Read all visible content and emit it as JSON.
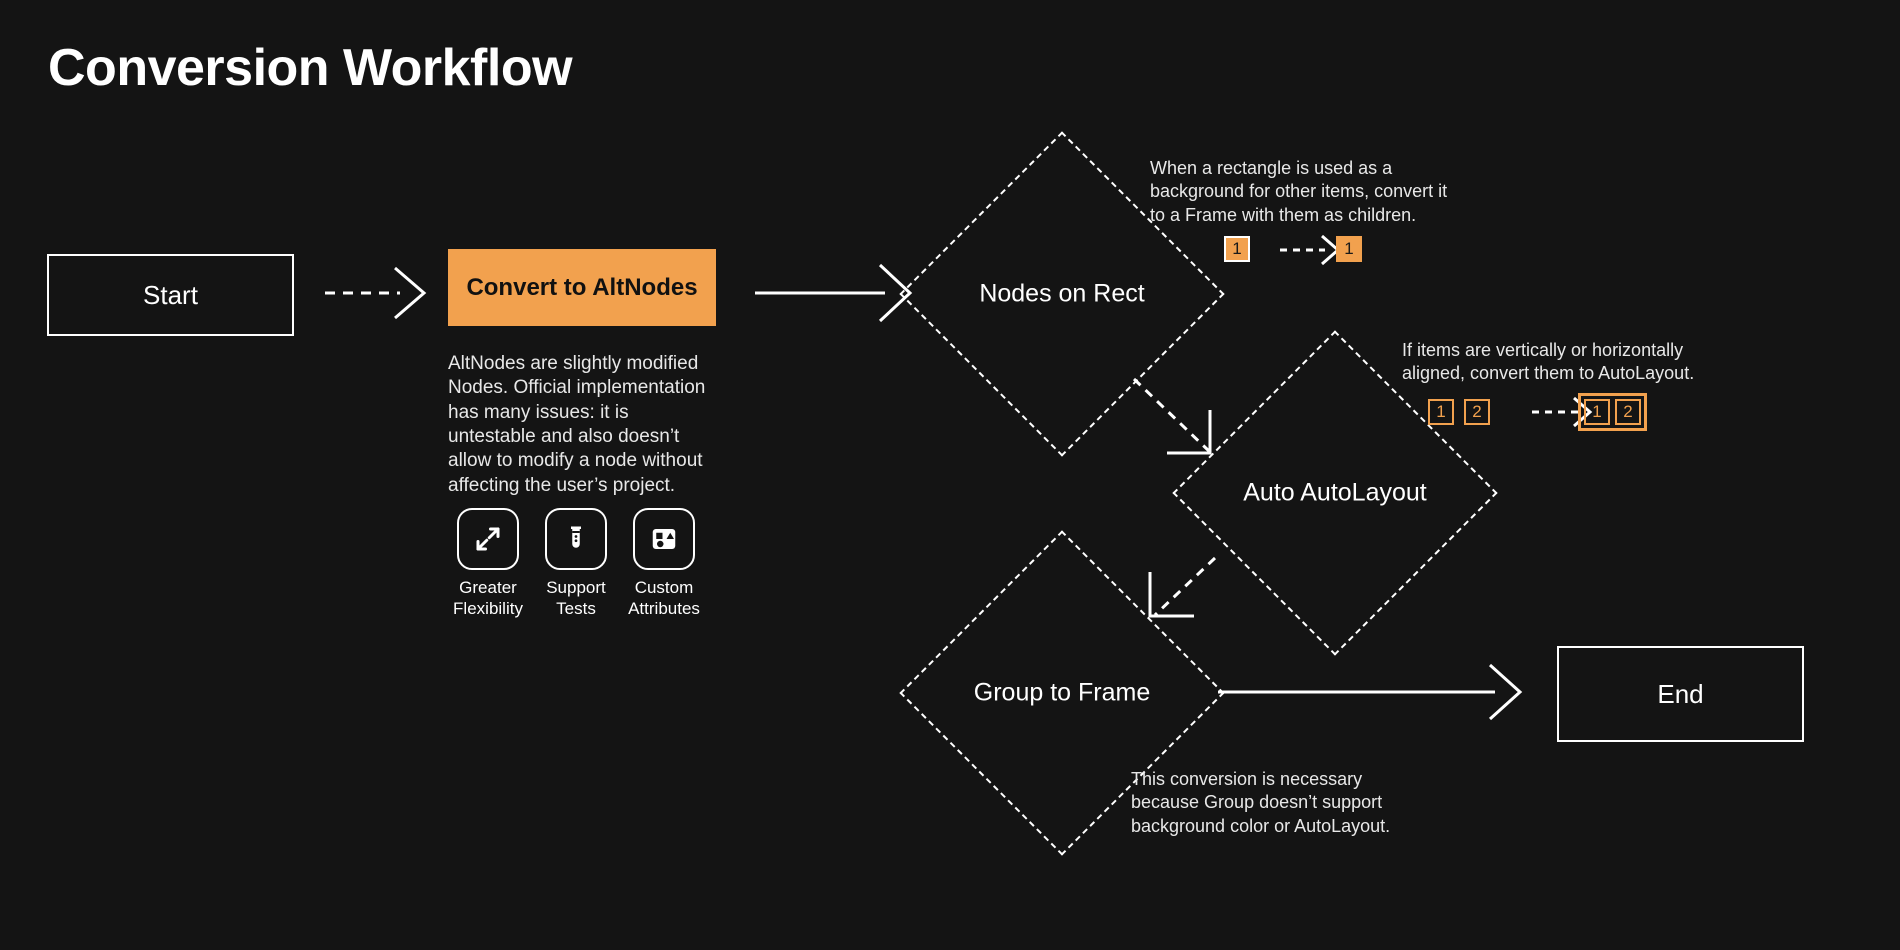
{
  "page": {
    "title": "Conversion Workflow",
    "background_color": "#141414",
    "accent_color": "#F2A14E",
    "text_color": "#ffffff"
  },
  "nodes": {
    "start": {
      "label": "Start",
      "shape": "rectangle"
    },
    "convert": {
      "label": "Convert to AltNodes",
      "shape": "rectangle",
      "fill": "#F2A14E",
      "note": "AltNodes are slightly modified Nodes. Official implementation has many issues: it is untestable and also doesn’t allow to modify a node without affecting the user’s project."
    },
    "nodes_on_rect": {
      "label": "Nodes on Rect",
      "shape": "diamond"
    },
    "auto_autolayout": {
      "label": "Auto AutoLayout",
      "shape": "diamond"
    },
    "group_to_frame": {
      "label": "Group to Frame",
      "shape": "diamond"
    },
    "end": {
      "label": "End",
      "shape": "rectangle"
    }
  },
  "features": [
    {
      "icon": "expand-arrows-icon",
      "label_line1": "Greater",
      "label_line2": "Flexibility"
    },
    {
      "icon": "test-tube-icon",
      "label_line1": "Support",
      "label_line2": "Tests"
    },
    {
      "icon": "shapes-panel-icon",
      "label_line1": "Custom",
      "label_line2": "Attributes"
    }
  ],
  "annotations": {
    "rect_to_frame": {
      "text": "When a rectangle is used as a background for other items, convert it to a Frame with them as children.",
      "before": [
        {
          "value": "1",
          "style": "filled-framed"
        }
      ],
      "after": [
        {
          "value": "1",
          "style": "filled"
        }
      ]
    },
    "align_to_autolayout": {
      "text": "If items are vertically or horizontally aligned, convert them to AutoLayout.",
      "before": [
        {
          "value": "1",
          "style": "outline"
        },
        {
          "value": "2",
          "style": "outline"
        }
      ],
      "after": [
        {
          "value": "1",
          "style": "outline"
        },
        {
          "value": "2",
          "style": "outline"
        }
      ],
      "after_wrapped_in_frame": true
    },
    "group_note": {
      "text": "This conversion is necessary because Group doesn’t support background color or AutoLayout."
    }
  },
  "connectors": [
    {
      "from": "start",
      "to": "convert",
      "style": "dashed",
      "arrow": "open-chevron"
    },
    {
      "from": "convert",
      "to": "nodes_on_rect",
      "style": "solid",
      "arrow": "open-chevron"
    },
    {
      "from": "nodes_on_rect",
      "to": "auto_autolayout",
      "style": "dashed",
      "arrow": "elbow-down-right"
    },
    {
      "from": "auto_autolayout",
      "to": "group_to_frame",
      "style": "dashed",
      "arrow": "elbow-down-left"
    },
    {
      "from": "group_to_frame",
      "to": "end",
      "style": "solid",
      "arrow": "open-chevron"
    },
    {
      "from": "badge_before_1",
      "to": "badge_after_1",
      "style": "dashed",
      "arrow": "open-chevron"
    },
    {
      "from": "badge_before_2",
      "to": "badge_after_2",
      "style": "dashed",
      "arrow": "open-chevron"
    }
  ]
}
